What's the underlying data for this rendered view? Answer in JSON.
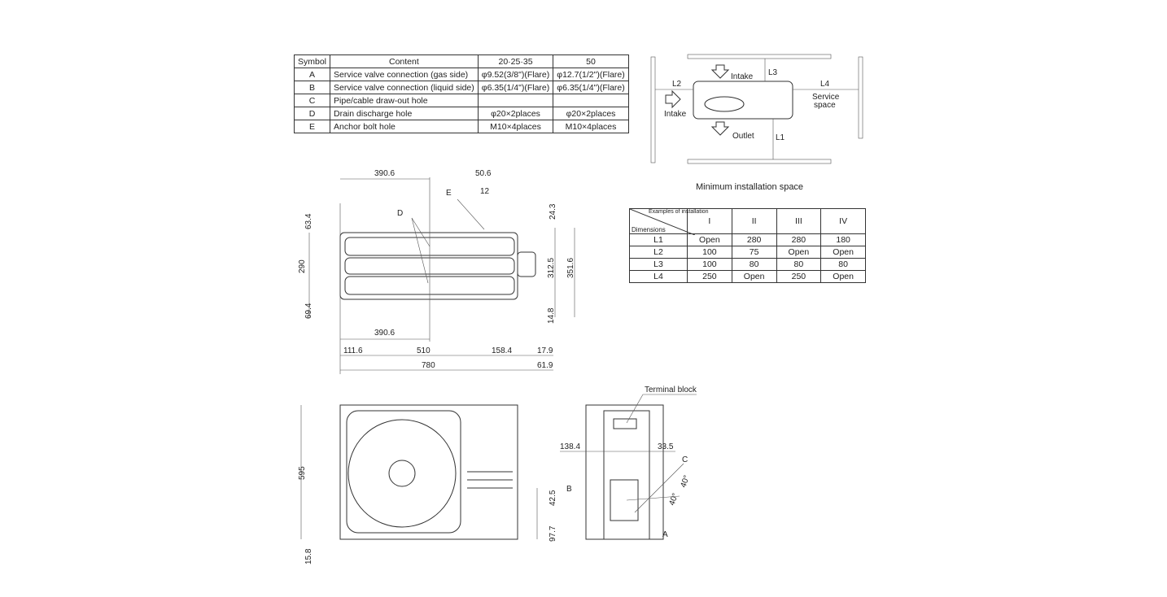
{
  "spec_table": {
    "headers": [
      "Symbol",
      "Content",
      "20·25·35",
      "50"
    ],
    "rows": [
      [
        "A",
        "Service valve connection (gas side)",
        "φ9.52(3/8\")(Flare)",
        "φ12.7(1/2\")(Flare)"
      ],
      [
        "B",
        "Service valve connection (liquid side)",
        "φ6.35(1/4\")(Flare)",
        "φ6.35(1/4\")(Flare)"
      ],
      [
        "C",
        "Pipe/cable draw-out hole",
        "",
        ""
      ],
      [
        "D",
        "Drain discharge hole",
        "φ20×2places",
        "φ20×2places"
      ],
      [
        "E",
        "Anchor bolt hole",
        "M10×4places",
        "M10×4places"
      ]
    ]
  },
  "install_diagram": {
    "intake_top": "Intake",
    "intake_left": "Intake",
    "outlet": "Outlet",
    "l1": "L1",
    "l2": "L2",
    "l3": "L3",
    "l4": "L4",
    "service_1": "Service",
    "service_2": "space"
  },
  "min_space": {
    "title": "Minimum installation space",
    "corner_top": "Examples of installation",
    "corner_bottom": "Dimensions",
    "columns": [
      "I",
      "II",
      "III",
      "IV"
    ],
    "rows": [
      [
        "L1",
        "Open",
        "280",
        "280",
        "180"
      ],
      [
        "L2",
        "100",
        "75",
        "Open",
        "Open"
      ],
      [
        "L3",
        "100",
        "80",
        "80",
        "80"
      ],
      [
        "L4",
        "250",
        "Open",
        "250",
        "Open"
      ]
    ]
  },
  "top_view": {
    "d": "D",
    "e": "E",
    "dim_top": "390.6",
    "dim_50_6": "50.6",
    "dim_12": "12",
    "dim_24_3": "24.3",
    "dim_63_4": "63.4",
    "dim_290": "290",
    "dim_69_4": "69.4",
    "dim_312_5": "312.5",
    "dim_351_6": "351.6",
    "dim_14_8": "14.8",
    "dim_bottom": "390.6",
    "dim_111_6": "111.6",
    "dim_510": "510",
    "dim_158_4": "158.4",
    "dim_17_9": "17.9",
    "dim_780": "780",
    "dim_61_9": "61.9"
  },
  "front_view": {
    "dim_595": "595",
    "dim_15_8": "15.8",
    "dim_42_5": "42.5",
    "dim_97_7": "97.7"
  },
  "side_view": {
    "terminal_block": "Terminal block",
    "dim_138_4": "138.4",
    "dim_33_5": "33.5",
    "c": "C",
    "b": "B",
    "a": "A",
    "angle1": "40°",
    "angle2": "40°"
  }
}
